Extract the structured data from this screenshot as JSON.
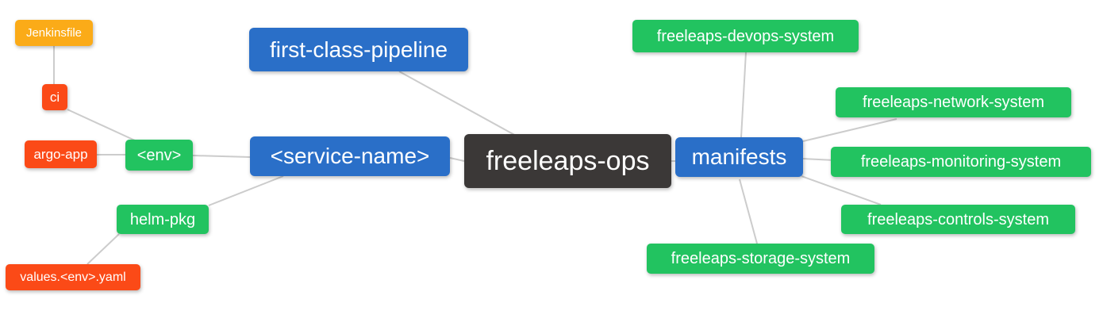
{
  "diagram": {
    "type": "mindmap",
    "root_label": "freeleaps-ops",
    "colors": {
      "root": "#3b3837",
      "branch": "#2a6fc8",
      "leaf_green": "#22c360",
      "leaf_red": "#fb4a17",
      "leaf_orange": "#fbab18",
      "edge": "#cccccc",
      "text": "#ffffff",
      "background": "#ffffff"
    },
    "nodes": [
      {
        "id": "freeleaps-ops",
        "label": "freeleaps-ops",
        "role": "root"
      },
      {
        "id": "first-class-pipeline",
        "label": "first-class-pipeline",
        "role": "branch"
      },
      {
        "id": "service-name",
        "label": "<service-name>",
        "role": "branch"
      },
      {
        "id": "manifests",
        "label": "manifests",
        "role": "branch"
      },
      {
        "id": "env",
        "label": "<env>",
        "role": "leaf_green"
      },
      {
        "id": "helm-pkg",
        "label": "helm-pkg",
        "role": "leaf_green"
      },
      {
        "id": "ci",
        "label": "ci",
        "role": "leaf_red"
      },
      {
        "id": "argo-app",
        "label": "argo-app",
        "role": "leaf_red"
      },
      {
        "id": "values-env-yaml",
        "label": "values.<env>.yaml",
        "role": "leaf_red"
      },
      {
        "id": "jenkinsfile",
        "label": "Jenkinsfile",
        "role": "leaf_orange"
      },
      {
        "id": "freeleaps-devops-system",
        "label": "freeleaps-devops-system",
        "role": "leaf_green"
      },
      {
        "id": "freeleaps-network-system",
        "label": "freeleaps-network-system",
        "role": "leaf_green"
      },
      {
        "id": "freeleaps-monitoring-system",
        "label": "freeleaps-monitoring-system",
        "role": "leaf_green"
      },
      {
        "id": "freeleaps-controls-system",
        "label": "freeleaps-controls-system",
        "role": "leaf_green"
      },
      {
        "id": "freeleaps-storage-system",
        "label": "freeleaps-storage-system",
        "role": "leaf_green"
      }
    ],
    "edges": [
      {
        "from": "jenkinsfile",
        "to": "ci"
      },
      {
        "from": "ci",
        "to": "env"
      },
      {
        "from": "argo-app",
        "to": "env"
      },
      {
        "from": "env",
        "to": "service-name"
      },
      {
        "from": "helm-pkg",
        "to": "service-name"
      },
      {
        "from": "values-env-yaml",
        "to": "helm-pkg"
      },
      {
        "from": "first-class-pipeline",
        "to": "freeleaps-ops"
      },
      {
        "from": "service-name",
        "to": "freeleaps-ops"
      },
      {
        "from": "freeleaps-ops",
        "to": "manifests"
      },
      {
        "from": "manifests",
        "to": "freeleaps-devops-system"
      },
      {
        "from": "manifests",
        "to": "freeleaps-network-system"
      },
      {
        "from": "manifests",
        "to": "freeleaps-monitoring-system"
      },
      {
        "from": "manifests",
        "to": "freeleaps-controls-system"
      },
      {
        "from": "manifests",
        "to": "freeleaps-storage-system"
      }
    ]
  }
}
